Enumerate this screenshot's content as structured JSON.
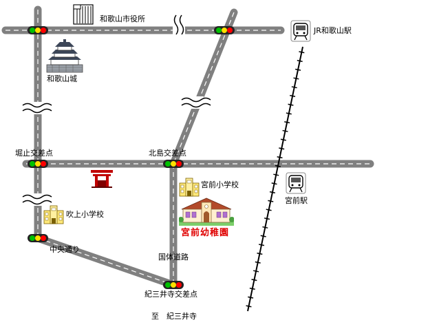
{
  "map": {
    "places": {
      "city_hall": "和歌山市役所",
      "jr_wakayama": "JR和歌山駅",
      "wakayama_castle": "和歌山城",
      "horidome": "堀止交差点",
      "kitajima": "北島交差点",
      "miyamae_elementary": "宮前小学校",
      "fukiage_elementary": "吹上小学校",
      "miyamae_station": "宮前駅",
      "kindergarten": "宮前幼稚園",
      "chuo_street": "中央通り",
      "kokutai_road": "国体道路",
      "kimiidera_crossing": "紀三井寺交差点",
      "to_kimiidera": "至　紀三井寺"
    },
    "colors": {
      "road": "#808080",
      "road_center": "#ffffff",
      "kindergarten_label": "#e00000",
      "signal_green": "#00c000",
      "signal_yellow": "#ffe000",
      "signal_red": "#ff0000"
    },
    "icons": [
      "building-icon",
      "castle-icon",
      "train-icon",
      "school-icon",
      "shrine-icon",
      "kindergarten-icon",
      "traffic-signal-icon",
      "road-break-icon",
      "railway-icon"
    ]
  }
}
